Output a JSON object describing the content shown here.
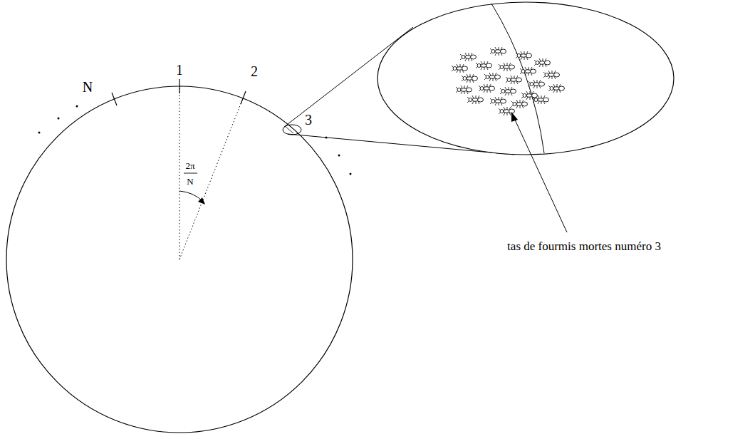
{
  "diagram": {
    "labels": [
      "1",
      "2",
      "3",
      "N",
      "2π",
      "N",
      "tas de fourmis mortes numéro 3"
    ]
  }
}
